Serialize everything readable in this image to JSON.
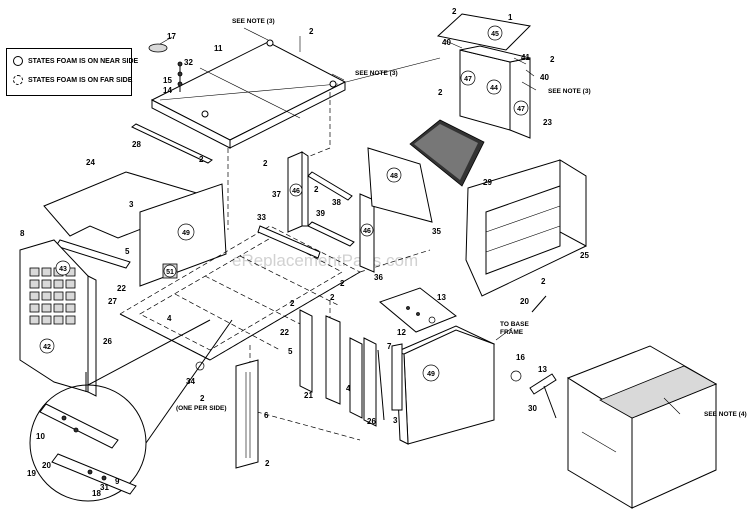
{
  "legend": {
    "near_side": "STATES FOAM IS ON NEAR SIDE",
    "far_side": "STATES FOAM IS ON FAR SIDE"
  },
  "notes": {
    "see_note_3": "SEE NOTE (3)",
    "see_note_4": "SEE NOTE (4)",
    "one_per_side": "(ONE PER SIDE)",
    "to_base_frame_1": "TO BASE",
    "to_base_frame_2": "FRAME"
  },
  "watermark": "eReplacementParts.com",
  "callouts": {
    "c1": "1",
    "c2": "2",
    "c3": "3",
    "c4": "4",
    "c5": "5",
    "c6": "6",
    "c7": "7",
    "c8": "8",
    "c9": "9",
    "c10": "10",
    "c11": "11",
    "c12": "12",
    "c13": "13",
    "c14": "14",
    "c15": "15",
    "c16": "16",
    "c17": "17",
    "c18": "18",
    "c19": "19",
    "c20": "20",
    "c21": "21",
    "c22": "22",
    "c23": "23",
    "c24": "24",
    "c25": "25",
    "c26": "26",
    "c27": "27",
    "c28": "28",
    "c29": "29",
    "c30": "30",
    "c31": "31",
    "c32": "32",
    "c33": "33",
    "c34": "34",
    "c35": "35",
    "c36": "36",
    "c37": "37",
    "c38": "38",
    "c39": "39",
    "c40": "40",
    "c41": "41"
  },
  "foam_badges": {
    "b42": "42",
    "b43": "43",
    "b44": "44",
    "b45": "45",
    "b46": "46",
    "b47": "47",
    "b48": "48",
    "b49": "49",
    "b51": "51"
  }
}
